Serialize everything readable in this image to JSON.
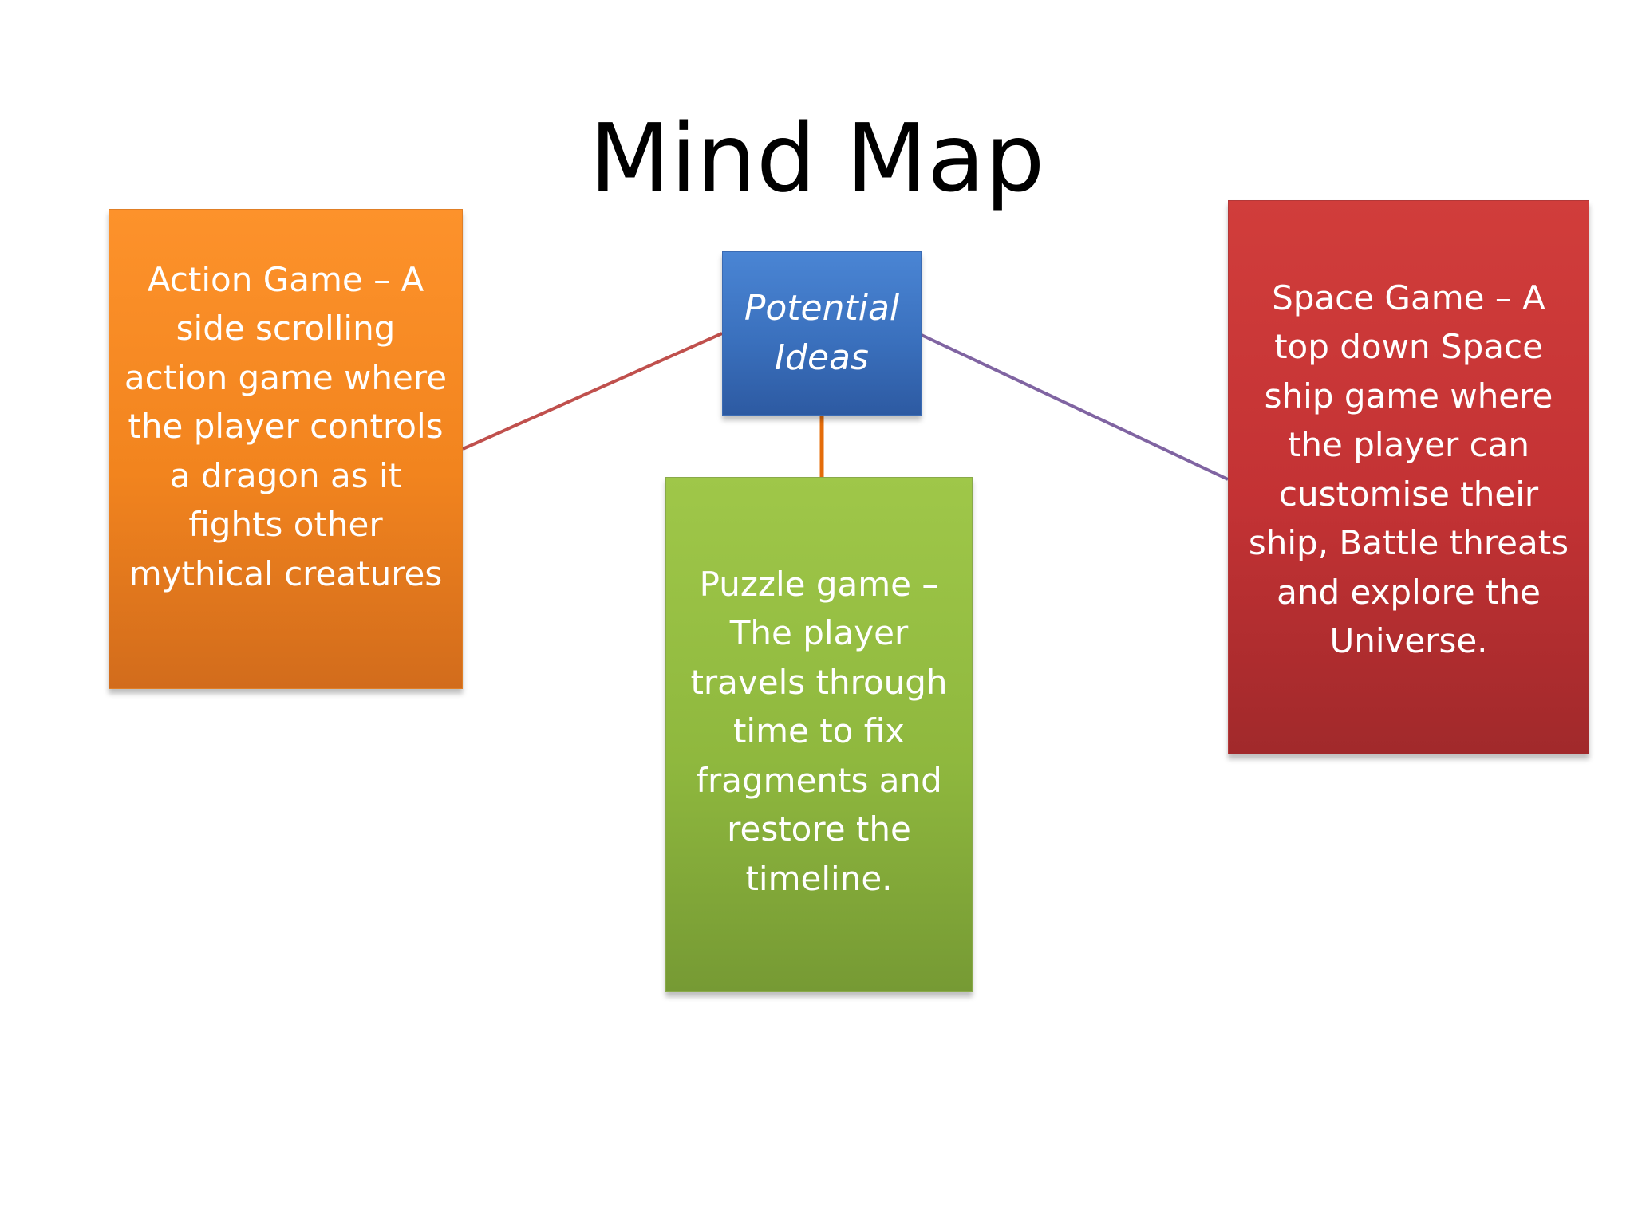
{
  "slide": {
    "title": "Mind Map"
  },
  "nodes": {
    "center": {
      "lines": [
        "Potential",
        "Ideas"
      ],
      "color": "#3a70bd"
    },
    "action": {
      "lines": [
        "Action Game – A",
        "side scrolling",
        "action game where",
        "the player controls",
        "a dragon as it",
        "fights other",
        "mythical creatures"
      ],
      "color": "#f2841e"
    },
    "puzzle": {
      "lines": [
        "Puzzle game –",
        "The player",
        "travels through",
        "time to fix",
        "fragments and",
        "restore the",
        "timeline."
      ],
      "color": "#8fb83e"
    },
    "space": {
      "lines": [
        "Space Game – A",
        "top down Space",
        "ship game where",
        "the player can",
        "customise their",
        "ship, Battle threats",
        "and explore the",
        "Universe."
      ],
      "color": "#c33234"
    }
  },
  "connectors": {
    "action_color": "#c0504d",
    "puzzle_color": "#e46c0a",
    "space_color": "#8064a2"
  }
}
